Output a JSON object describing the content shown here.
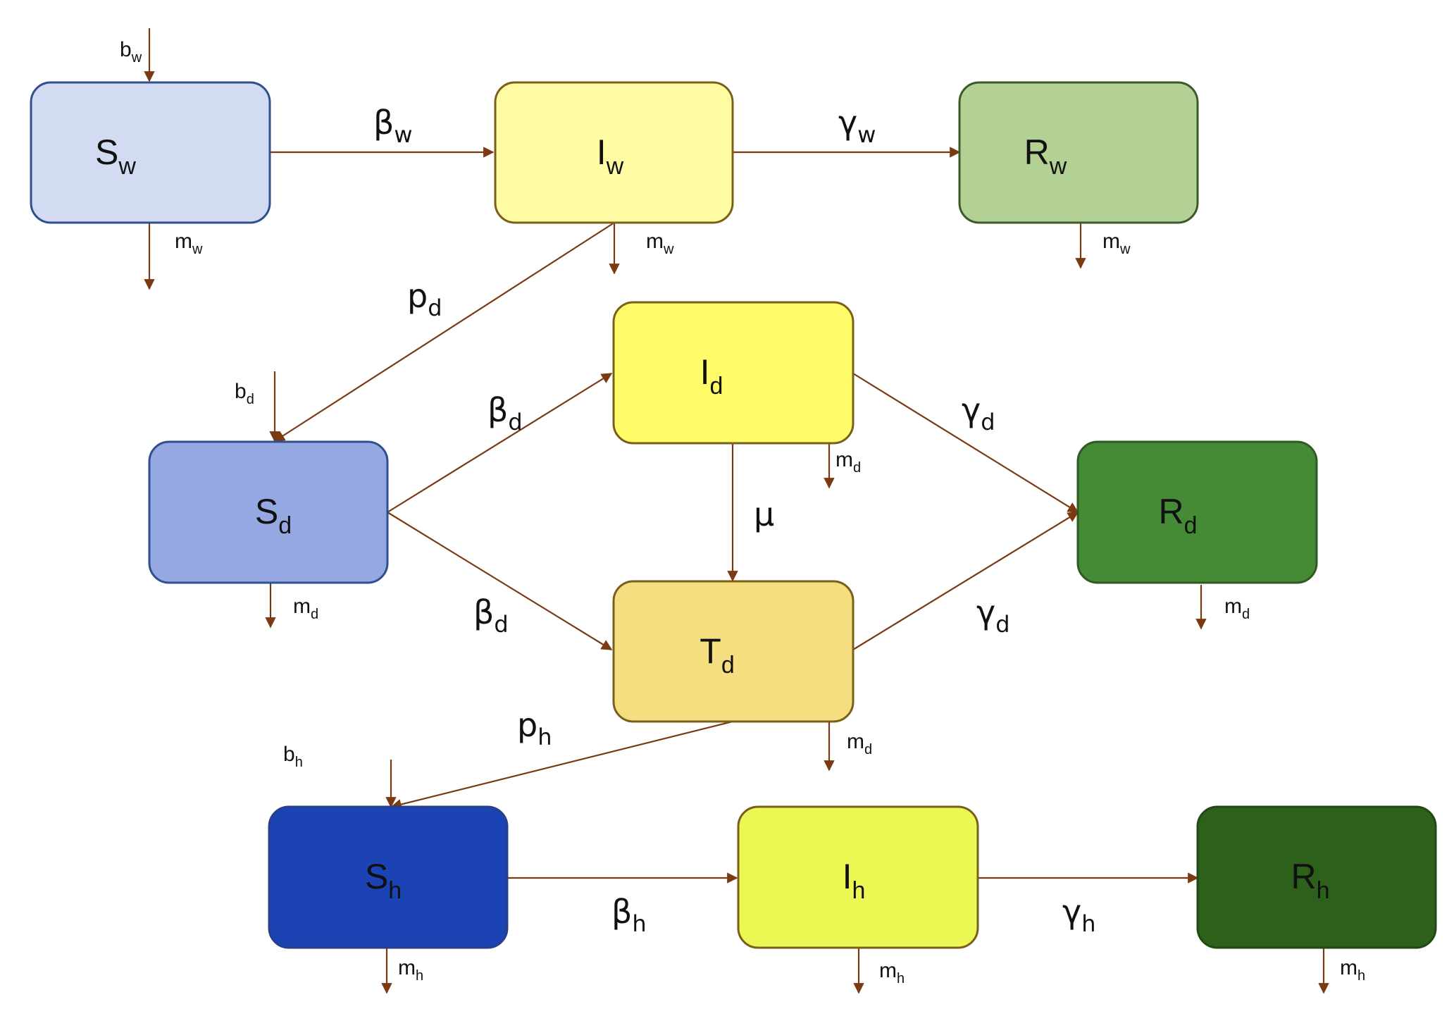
{
  "compartments": {
    "Sw": {
      "main": "S",
      "sub": "w",
      "fill": "#d3dbf3",
      "stroke": "#2f4f8f"
    },
    "Iw": {
      "main": "I",
      "sub": "w",
      "fill": "#fffca3",
      "stroke": "#7a5f1a"
    },
    "Rw": {
      "main": "R",
      "sub": "w",
      "fill": "#b3d095",
      "stroke": "#3b5a27"
    },
    "Id": {
      "main": "I",
      "sub": "d",
      "fill": "#fffb69",
      "stroke": "#7a5f1a"
    },
    "Sd": {
      "main": "S",
      "sub": "d",
      "fill": "#96a8e1",
      "stroke": "#2f4f8f"
    },
    "Rd": {
      "main": "R",
      "sub": "d",
      "fill": "#458b36",
      "stroke": "#2f5a22"
    },
    "Td": {
      "main": "T",
      "sub": "d",
      "fill": "#f5de80",
      "stroke": "#7a5f1a"
    },
    "Sh": {
      "main": "S",
      "sub": "h",
      "fill": "#1b43b3",
      "stroke": "#2a3f8a"
    },
    "Ih": {
      "main": "I",
      "sub": "h",
      "fill": "#ebf854",
      "stroke": "#7a5f1a"
    },
    "Rh": {
      "main": "R",
      "sub": "h",
      "fill": "#2d611b",
      "stroke": "#1f4a12"
    }
  },
  "rates": {
    "beta_w": {
      "main": "β",
      "sub": "w"
    },
    "gamma_w": {
      "main": "γ",
      "sub": "w"
    },
    "p_d": {
      "main": "p",
      "sub": "d"
    },
    "beta_d_top": {
      "main": "β",
      "sub": "d"
    },
    "beta_d_bottom": {
      "main": "β",
      "sub": "d"
    },
    "gamma_d_top": {
      "main": "γ",
      "sub": "d"
    },
    "gamma_d_bottom": {
      "main": "γ",
      "sub": "d"
    },
    "mu": {
      "main": "μ",
      "sub": ""
    },
    "p_h": {
      "main": "p",
      "sub": "h"
    },
    "beta_h": {
      "main": "β",
      "sub": "h"
    },
    "gamma_h": {
      "main": "γ",
      "sub": "h"
    }
  },
  "births": {
    "b_w": {
      "main": "b",
      "sub": "w"
    },
    "b_d": {
      "main": "b",
      "sub": "d"
    },
    "b_h": {
      "main": "b",
      "sub": "h"
    }
  },
  "mortality": {
    "m_Sw": {
      "main": "m",
      "sub": "w"
    },
    "m_Iw": {
      "main": "m",
      "sub": "w"
    },
    "m_Rw": {
      "main": "m",
      "sub": "w"
    },
    "m_Id": {
      "main": "m",
      "sub": "d"
    },
    "m_Sd": {
      "main": "m",
      "sub": "d"
    },
    "m_Rd": {
      "main": "m",
      "sub": "d"
    },
    "m_Td": {
      "main": "m",
      "sub": "d"
    },
    "m_Sh": {
      "main": "m",
      "sub": "h"
    },
    "m_Ih": {
      "main": "m",
      "sub": "h"
    },
    "m_Rh": {
      "main": "m",
      "sub": "h"
    }
  },
  "colors": {
    "arrow": "#7a3a12"
  }
}
